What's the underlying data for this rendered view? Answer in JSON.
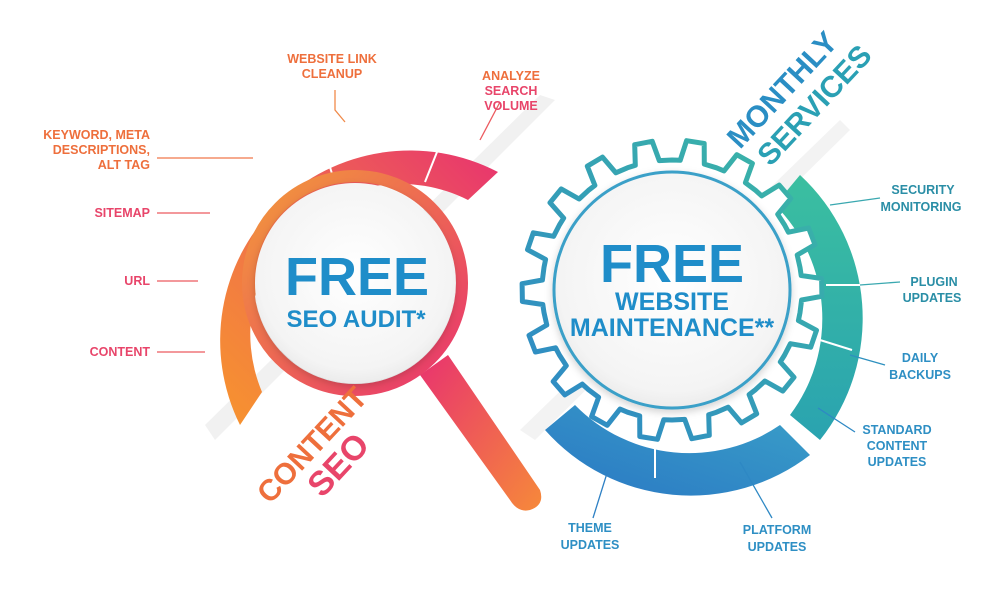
{
  "seo": {
    "center_line1": "FREE",
    "center_line2": "SEO AUDIT*",
    "arc_title": "RECOMMENDATIONS",
    "side_title_line1": "CONTENT",
    "side_title_line2": "SEO",
    "labels": {
      "website_link_1": "WEBSITE LINK",
      "website_link_2": "CLEANUP",
      "analyze_1": "ANALYZE",
      "analyze_2": "SEARCH",
      "analyze_3": "VOLUME",
      "keyword_1": "KEYWORD, META",
      "keyword_2": "DESCRIPTIONS,",
      "keyword_3": "ALT TAG",
      "sitemap": "SITEMAP",
      "url": "URL",
      "content": "CONTENT"
    }
  },
  "maintenance": {
    "center_line1": "FREE",
    "center_line2": "WEBSITE",
    "center_line3": "MAINTENANCE**",
    "side_title_line1": "MONTHLY",
    "side_title_line2": "SERVICES",
    "labels": {
      "security_1": "SECURITY",
      "security_2": "MONITORING",
      "plugin_1": "PLUGIN",
      "plugin_2": "UPDATES",
      "daily_1": "DAILY",
      "daily_2": "BACKUPS",
      "standard_1": "STANDARD",
      "standard_2": "CONTENT",
      "standard_3": "UPDATES",
      "platform_1": "PLATFORM",
      "platform_2": "UPDATES",
      "theme_1": "THEME",
      "theme_2": "UPDATES"
    }
  },
  "colors": {
    "orange": "#f6893a",
    "pink": "#e8336f",
    "blue": "#2e86c8",
    "teal": "#3bb8a4",
    "title_blue": "#1f8dc9"
  }
}
